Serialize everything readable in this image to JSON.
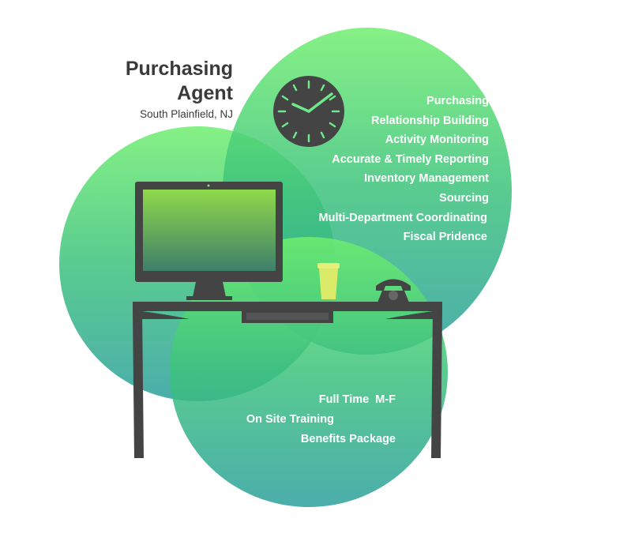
{
  "header": {
    "title_line1": "Purchasing",
    "title_line2": "Agent",
    "location": "South Plainfield, NJ"
  },
  "skills": [
    "Purchasing",
    "Relationship Building",
    "Activity Monitoring",
    "Accurate & Timely Reporting",
    "Inventory Management",
    "Sourcing",
    "Multi-Department Coordinating",
    "Fiscal Pridence"
  ],
  "perks": [
    "Full Time  M-F",
    "On Site Training",
    "Benefits Package"
  ],
  "colors": {
    "green_top": "#6fee6f",
    "teal_bottom": "#2b9f9c",
    "dark": "#444444",
    "accent": "#6ee88a"
  }
}
